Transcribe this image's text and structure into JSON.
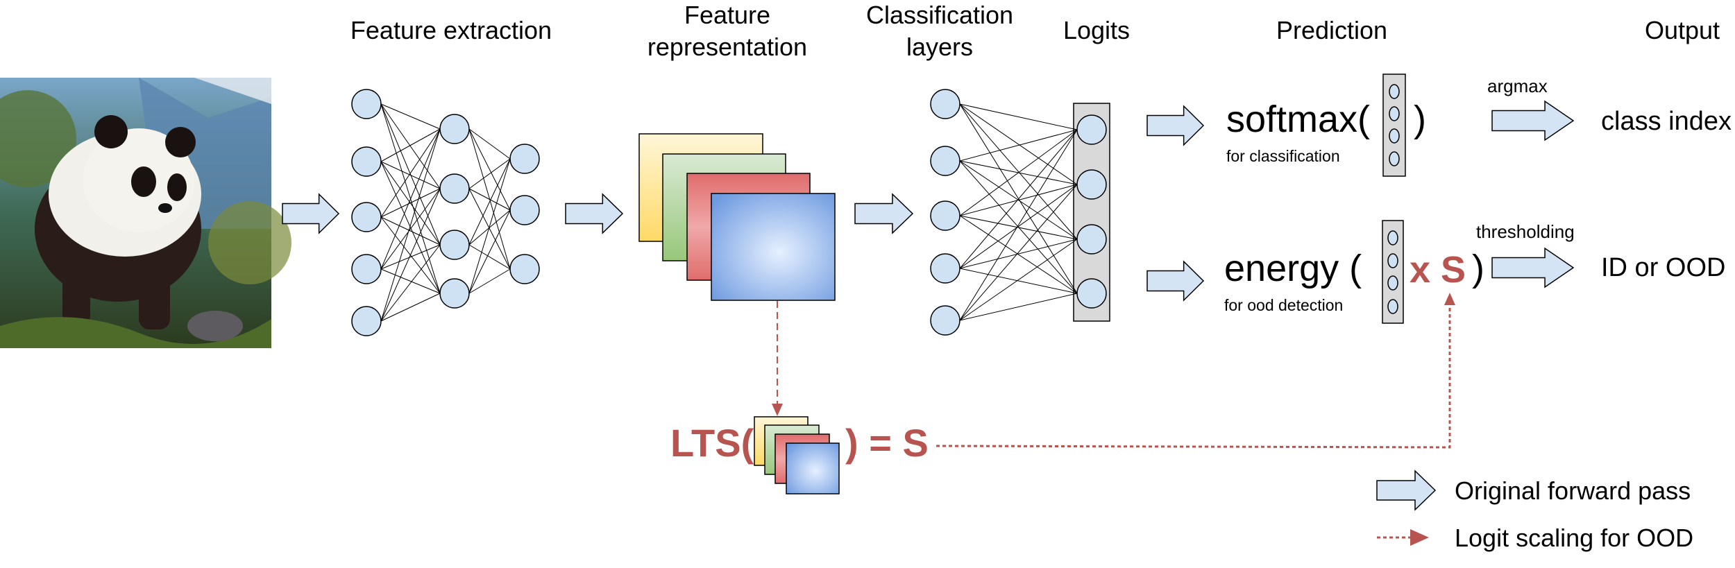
{
  "headings": {
    "feature_extraction": "Feature extraction",
    "feature_representation_1": "Feature",
    "feature_representation_2": "representation",
    "classification_layers_1": "Classification",
    "classification_layers_2": "layers",
    "logits": "Logits",
    "prediction": "Prediction",
    "output": "Output"
  },
  "input_image": {
    "icon": "panda-photo"
  },
  "prediction": {
    "softmax": "softmax(",
    "softmax_close": ")",
    "softmax_sub": "for classification",
    "energy": "energy (",
    "energy_scale": "x S",
    "energy_close": ")",
    "energy_sub": "for ood detection"
  },
  "output": {
    "argmax_label": "argmax",
    "class_index": "class index",
    "threshold_label": "thresholding",
    "id_or_ood": "ID or OOD"
  },
  "lts": {
    "prefix": "LTS(",
    "suffix": ") = S"
  },
  "legend": {
    "forward_pass": "Original forward pass",
    "logit_scaling": "Logit scaling for OOD"
  },
  "colors": {
    "accent_red": "#b85450",
    "node_fill": "#cfe2f3",
    "arrow_fill": "#d4e4f4",
    "logit_box": "#d9d9d9",
    "map_yellow": "#ffd966",
    "map_green": "#97d077",
    "map_red": "#ea6b66",
    "map_blue": "#7ea6e0"
  }
}
